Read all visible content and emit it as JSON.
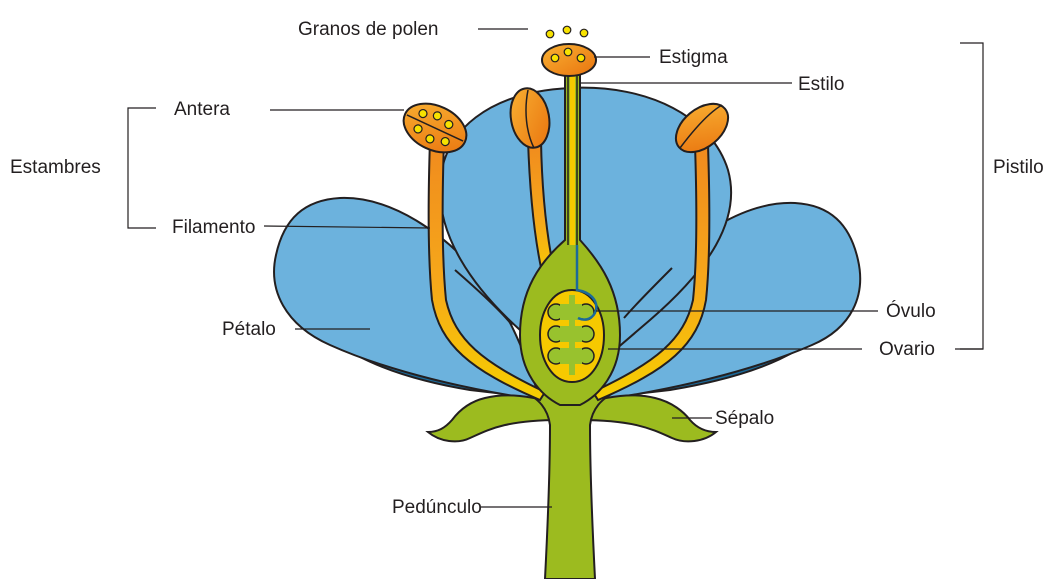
{
  "labels": {
    "granos_de_polen": "Granos de polen",
    "estigma": "Estigma",
    "estilo": "Estilo",
    "antera": "Antera",
    "estambres": "Estambres",
    "filamento": "Filamento",
    "pistilo": "Pistilo",
    "ovulo": "Óvulo",
    "ovario": "Ovario",
    "petalo": "Pétalo",
    "sepalo": "Sépalo",
    "peduncuclo": "Pedúnculo"
  },
  "colors": {
    "petal_fill": "#6cb2dd",
    "petal_shadow": "#1b6a9a",
    "outline": "#231f20",
    "stamen_orange": "#f39323",
    "stamen_yellow": "#f6c900",
    "stem_green": "#9cbb1f",
    "ovary_green": "#98c22e",
    "pollen_yellow": "#f7e200"
  }
}
